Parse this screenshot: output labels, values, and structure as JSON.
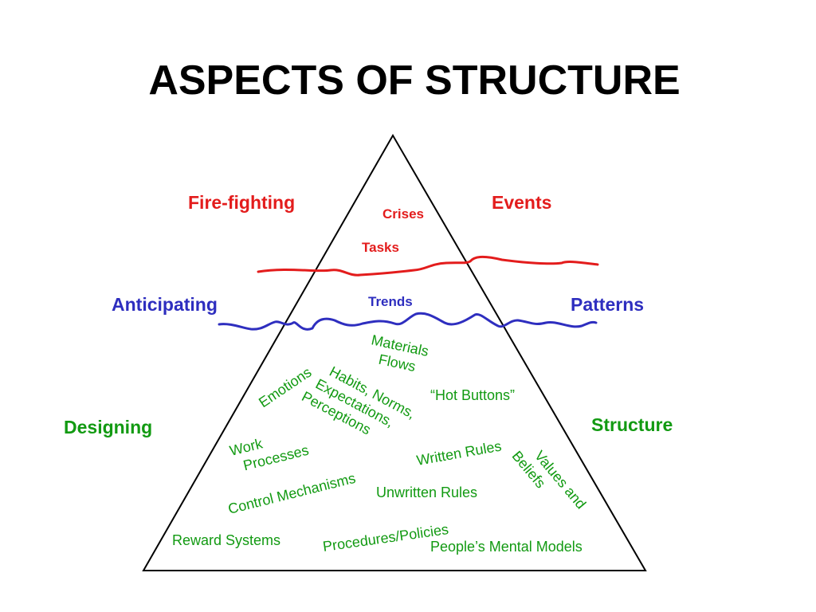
{
  "title": "ASPECTS OF STRUCTURE",
  "colors": {
    "red": "#e31c1c",
    "blue": "#2e2ebf",
    "green": "#129a12",
    "outline": "#000000"
  },
  "levels": {
    "events": {
      "left": "Fire-fighting",
      "right": "Events",
      "items": [
        "Crises",
        "Tasks"
      ]
    },
    "patterns": {
      "left": "Anticipating",
      "right": "Patterns",
      "items": [
        "Trends"
      ]
    },
    "structure": {
      "left": "Designing",
      "right": "Structure",
      "items": {
        "materials_flows": [
          "Materials",
          "Flows"
        ],
        "emotions": "Emotions",
        "habits": [
          "Habits, Norms,",
          "Expectations,",
          "Perceptions"
        ],
        "hot_buttons": "“Hot Buttons”",
        "work_processes": [
          "Work",
          "Processes"
        ],
        "written_rules": "Written Rules",
        "values_beliefs": [
          "Values and",
          "Beliefs"
        ],
        "control_mechanisms": "Control Mechanisms",
        "unwritten_rules": "Unwritten Rules",
        "reward_systems": "Reward Systems",
        "procedures_policies": "Procedures/Policies",
        "mental_models": "People’s Mental Models"
      }
    }
  }
}
